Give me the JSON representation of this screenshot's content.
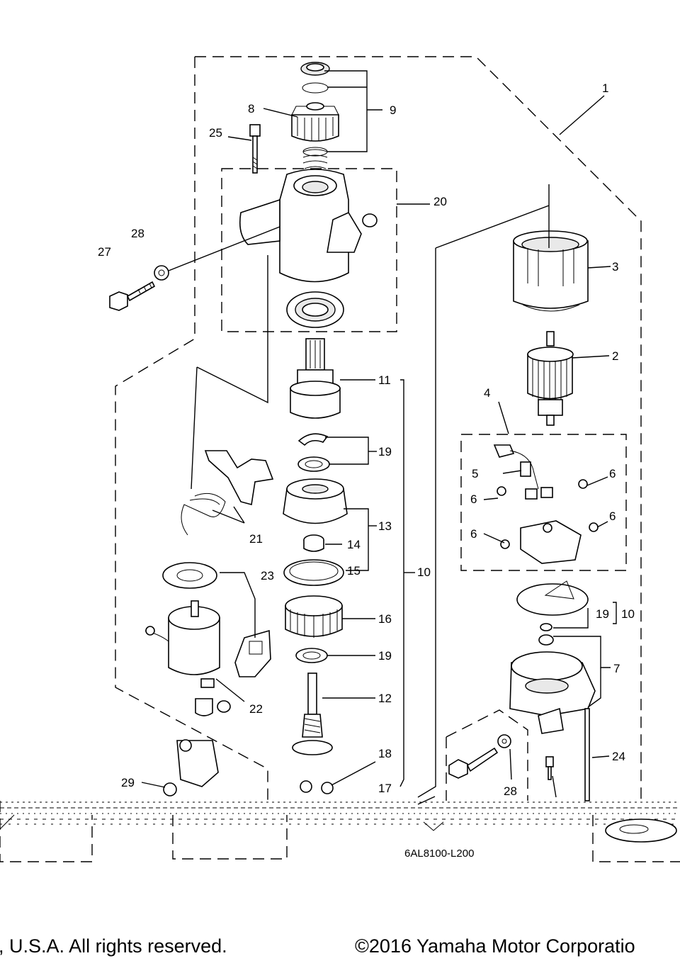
{
  "diagram": {
    "code": "6AL8100-L200",
    "callouts": {
      "c1": "1",
      "c2": "2",
      "c3": "3",
      "c4": "4",
      "c5": "5",
      "c6a": "6",
      "c6b": "6",
      "c6c": "6",
      "c6d": "6",
      "c7": "7",
      "c8": "8",
      "c9": "9",
      "c10a": "10",
      "c10b": "10",
      "c11": "11",
      "c12": "12",
      "c13": "13",
      "c14": "14",
      "c15": "15",
      "c16": "16",
      "c17": "17",
      "c18": "18",
      "c19a": "19",
      "c19b": "19",
      "c19c": "19",
      "c20": "20",
      "c21": "21",
      "c22": "22",
      "c23": "23",
      "c24": "24",
      "c25": "25",
      "c27": "27",
      "c28a": "28",
      "c28b": "28",
      "c29": "29"
    }
  },
  "footer": {
    "left": "on, U.S.A. All rights reserved.",
    "right": "©2016 Yamaha Motor Corporatio"
  }
}
